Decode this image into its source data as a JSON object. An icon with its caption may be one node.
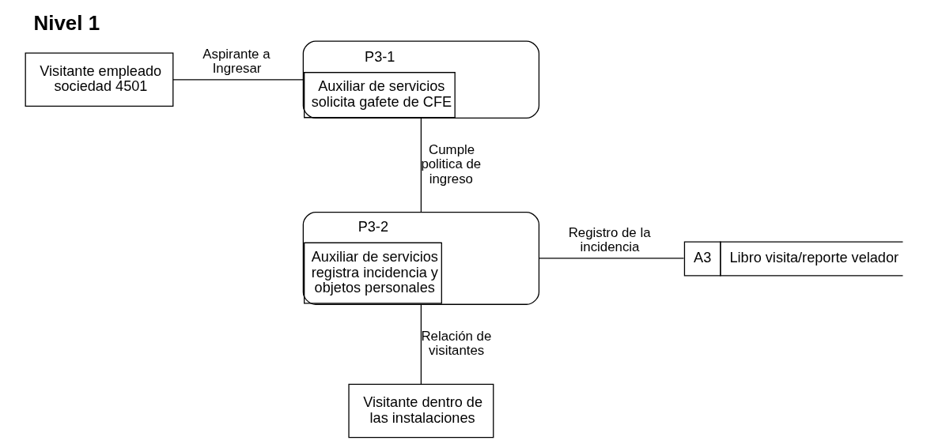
{
  "diagram": {
    "title": "Nivel 1",
    "nodes": [
      {
        "text": [
          "Visitante empleado sociedad 4501"
        ]
      },
      {
        "text": [
          "P3-1",
          "Auxiliar de servicios solicita gafete de CFE"
        ]
      },
      {
        "text": [
          "P3-2",
          "Auxiliar de servicios registra incidencia y objetos personales"
        ]
      },
      {
        "text": [
          "A3",
          "Libro visita/reporte velador"
        ]
      },
      {
        "text": [
          "Visitante dentro de las instalaciones"
        ]
      }
    ],
    "edges": [
      {
        "from": 0,
        "to": 1,
        "arrow": "none",
        "label": "Aspirante a Ingresar"
      },
      {
        "from": 1,
        "to": 2,
        "arrow": "none",
        "label": "Cumple politica de ingreso"
      },
      {
        "from": 2,
        "to": 3,
        "arrow": "none",
        "label": "Registro de la incidencia"
      },
      {
        "from": 2,
        "to": 4,
        "arrow": "none",
        "label": "Relación de visitantes"
      }
    ]
  }
}
